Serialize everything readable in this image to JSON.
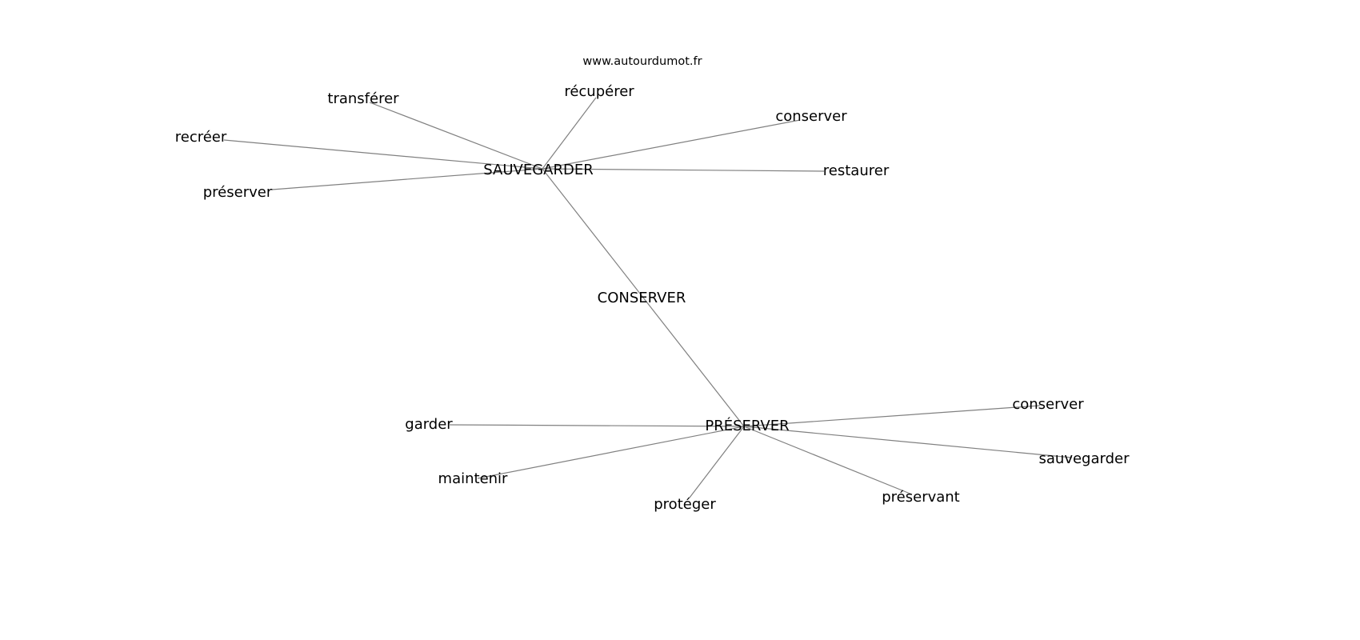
{
  "title": "www.autourdumot.fr",
  "center": "CONSERVER",
  "hubs": [
    {
      "label": "SAUVEGARDER",
      "neighbors": [
        "transférer",
        "récupérer",
        "conserver",
        "restaurer",
        "recréer",
        "préserver"
      ]
    },
    {
      "label": "PRÉSERVER",
      "neighbors": [
        "conserver",
        "sauvegarder",
        "préservant",
        "protéger",
        "maintenir",
        "garder"
      ]
    }
  ],
  "colors": {
    "edge": "#808080",
    "text": "#000000",
    "background": "#ffffff"
  }
}
